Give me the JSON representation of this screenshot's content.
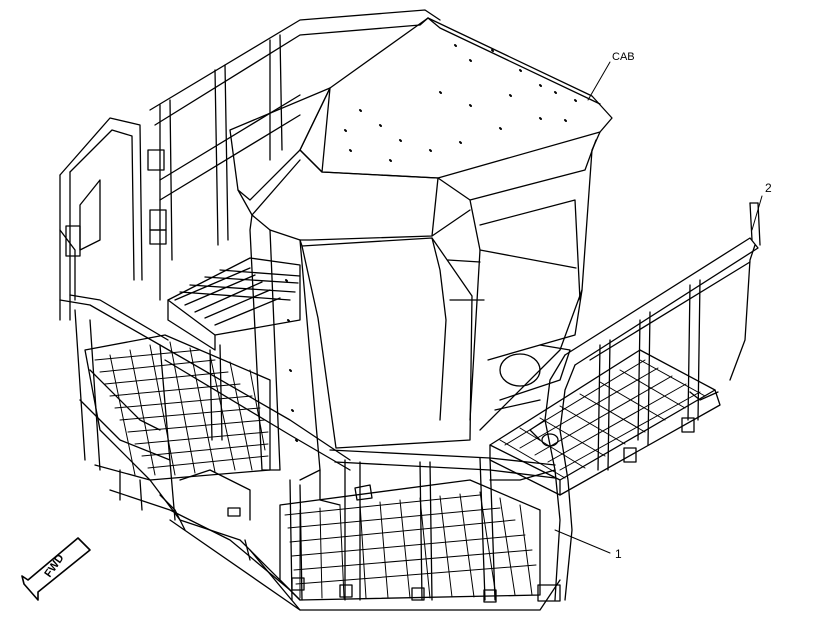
{
  "labels": {
    "cab": "CAB",
    "callout_2": "2",
    "callout_1": "1",
    "fwd": "FWD"
  },
  "style": {
    "line_color": "#000000",
    "background": "#ffffff"
  }
}
